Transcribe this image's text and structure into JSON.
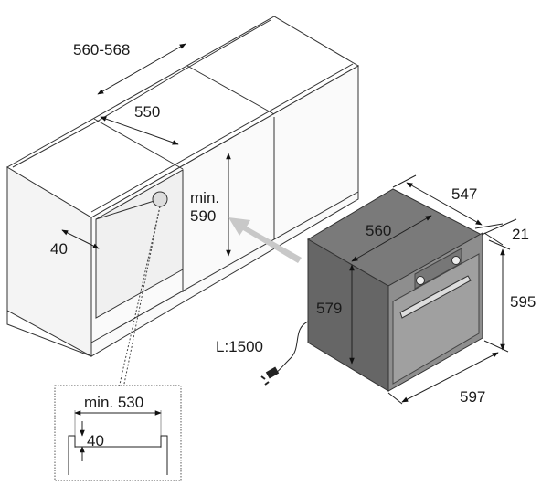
{
  "title": "Built-in oven installation diagram",
  "cabinet": {
    "width_range": "560-568",
    "inner_width": "550",
    "min_height_line1": "min.",
    "min_height_line2": "590",
    "vent_depth": "40"
  },
  "detail": {
    "min_width": "min. 530",
    "gap": "40"
  },
  "oven": {
    "depth": "547",
    "body_width": "560",
    "front_thickness": "21",
    "body_height": "579",
    "height": "595",
    "width": "597",
    "cable_length": "L:1500"
  },
  "colors": {
    "oven_top": "#7a7a7a",
    "oven_side": "#666666",
    "oven_front": "#8e8e8e",
    "arrow": "#c8c8c8"
  }
}
